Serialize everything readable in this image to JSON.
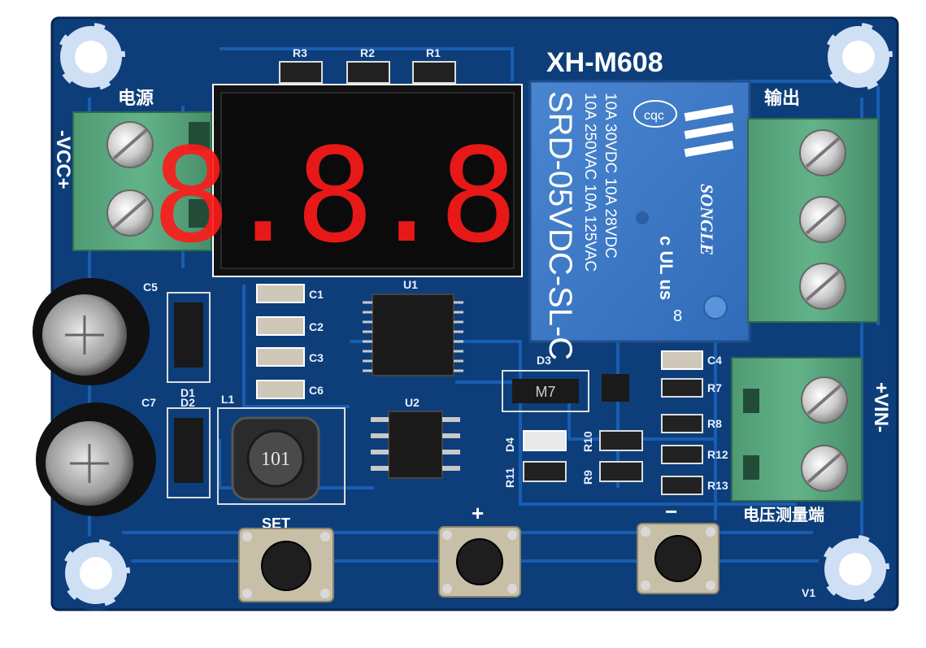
{
  "board": {
    "model": "XH-M608",
    "label_power": "电源",
    "label_output": "输出",
    "label_vcc": "-VCC+",
    "label_vin": "+VIN-",
    "label_measure": "电压测量端",
    "label_v1": "V1"
  },
  "display": {
    "digits": "8.8.8.",
    "chip_label": "U1"
  },
  "relay": {
    "brand": "SONGLE",
    "cert": "cqc",
    "model": "SRD-05VDC-SL-C",
    "ratings_line1": "10A 250VAC  10A 125VAC",
    "ratings_line2": "10A 30VDC  10A 28VDC",
    "ul_mark": "c UL us",
    "number": "8"
  },
  "components": {
    "resistors_top": [
      "R3",
      "R2",
      "R1"
    ],
    "caps_left": [
      "C1",
      "C2",
      "C3",
      "C6"
    ],
    "caps_right": [
      "C4",
      "R7",
      "R8",
      "R12",
      "R13"
    ],
    "electrolytic": [
      "C5",
      "C7"
    ],
    "diodes": [
      "D1",
      "D2",
      "D3",
      "D4"
    ],
    "inductor_label": "L1",
    "inductor_code": "101",
    "ic2": "U2",
    "d3_code": "M7",
    "r10": "R10",
    "r9": "R9",
    "r11": "R11"
  },
  "buttons": {
    "set": "SET",
    "plus": "+",
    "minus": "−"
  },
  "colors": {
    "pcb": "#0d3e7a",
    "pcb_dark": "#082b58",
    "trace": "#1b62b8",
    "terminal": "#58a77f",
    "relay": "#3a78c7",
    "led": "#ff1a1a"
  }
}
